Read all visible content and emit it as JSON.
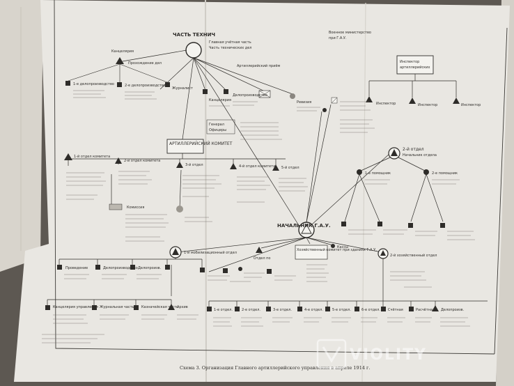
{
  "diagram": {
    "top_node": "ЧАСТЬ ТЕХНИЧ",
    "committee": "АРТИЛЛЕРИЙСКИЙ КОМИТЕТ",
    "chief": "НАЧАЛЬНИК Г.А.У.",
    "mob_department": "1-й мобилизационный отдел",
    "dept_2": "2-й отдел",
    "dept_1_com": "1-й отдел комитета",
    "dept_4_com": "4-й отдел комитета",
    "commission": "Комиссия",
    "inspector": "Инспектор",
    "housing_committee": "Хозяйственный комитет при зданиях Г.А.У.",
    "supply_department": "2-й хозяйственный отдел",
    "chancellery": "Канцелярия управления",
    "journal_part": "Журнальная часть",
    "caption": "Схема 3. Организация Главного артиллерийского управления в апреле 1914 г."
  },
  "watermark": "VIOLITY",
  "colors": {
    "paper": "#e9e7e2",
    "ink": "#2e2c29",
    "background": "#5d5852"
  }
}
